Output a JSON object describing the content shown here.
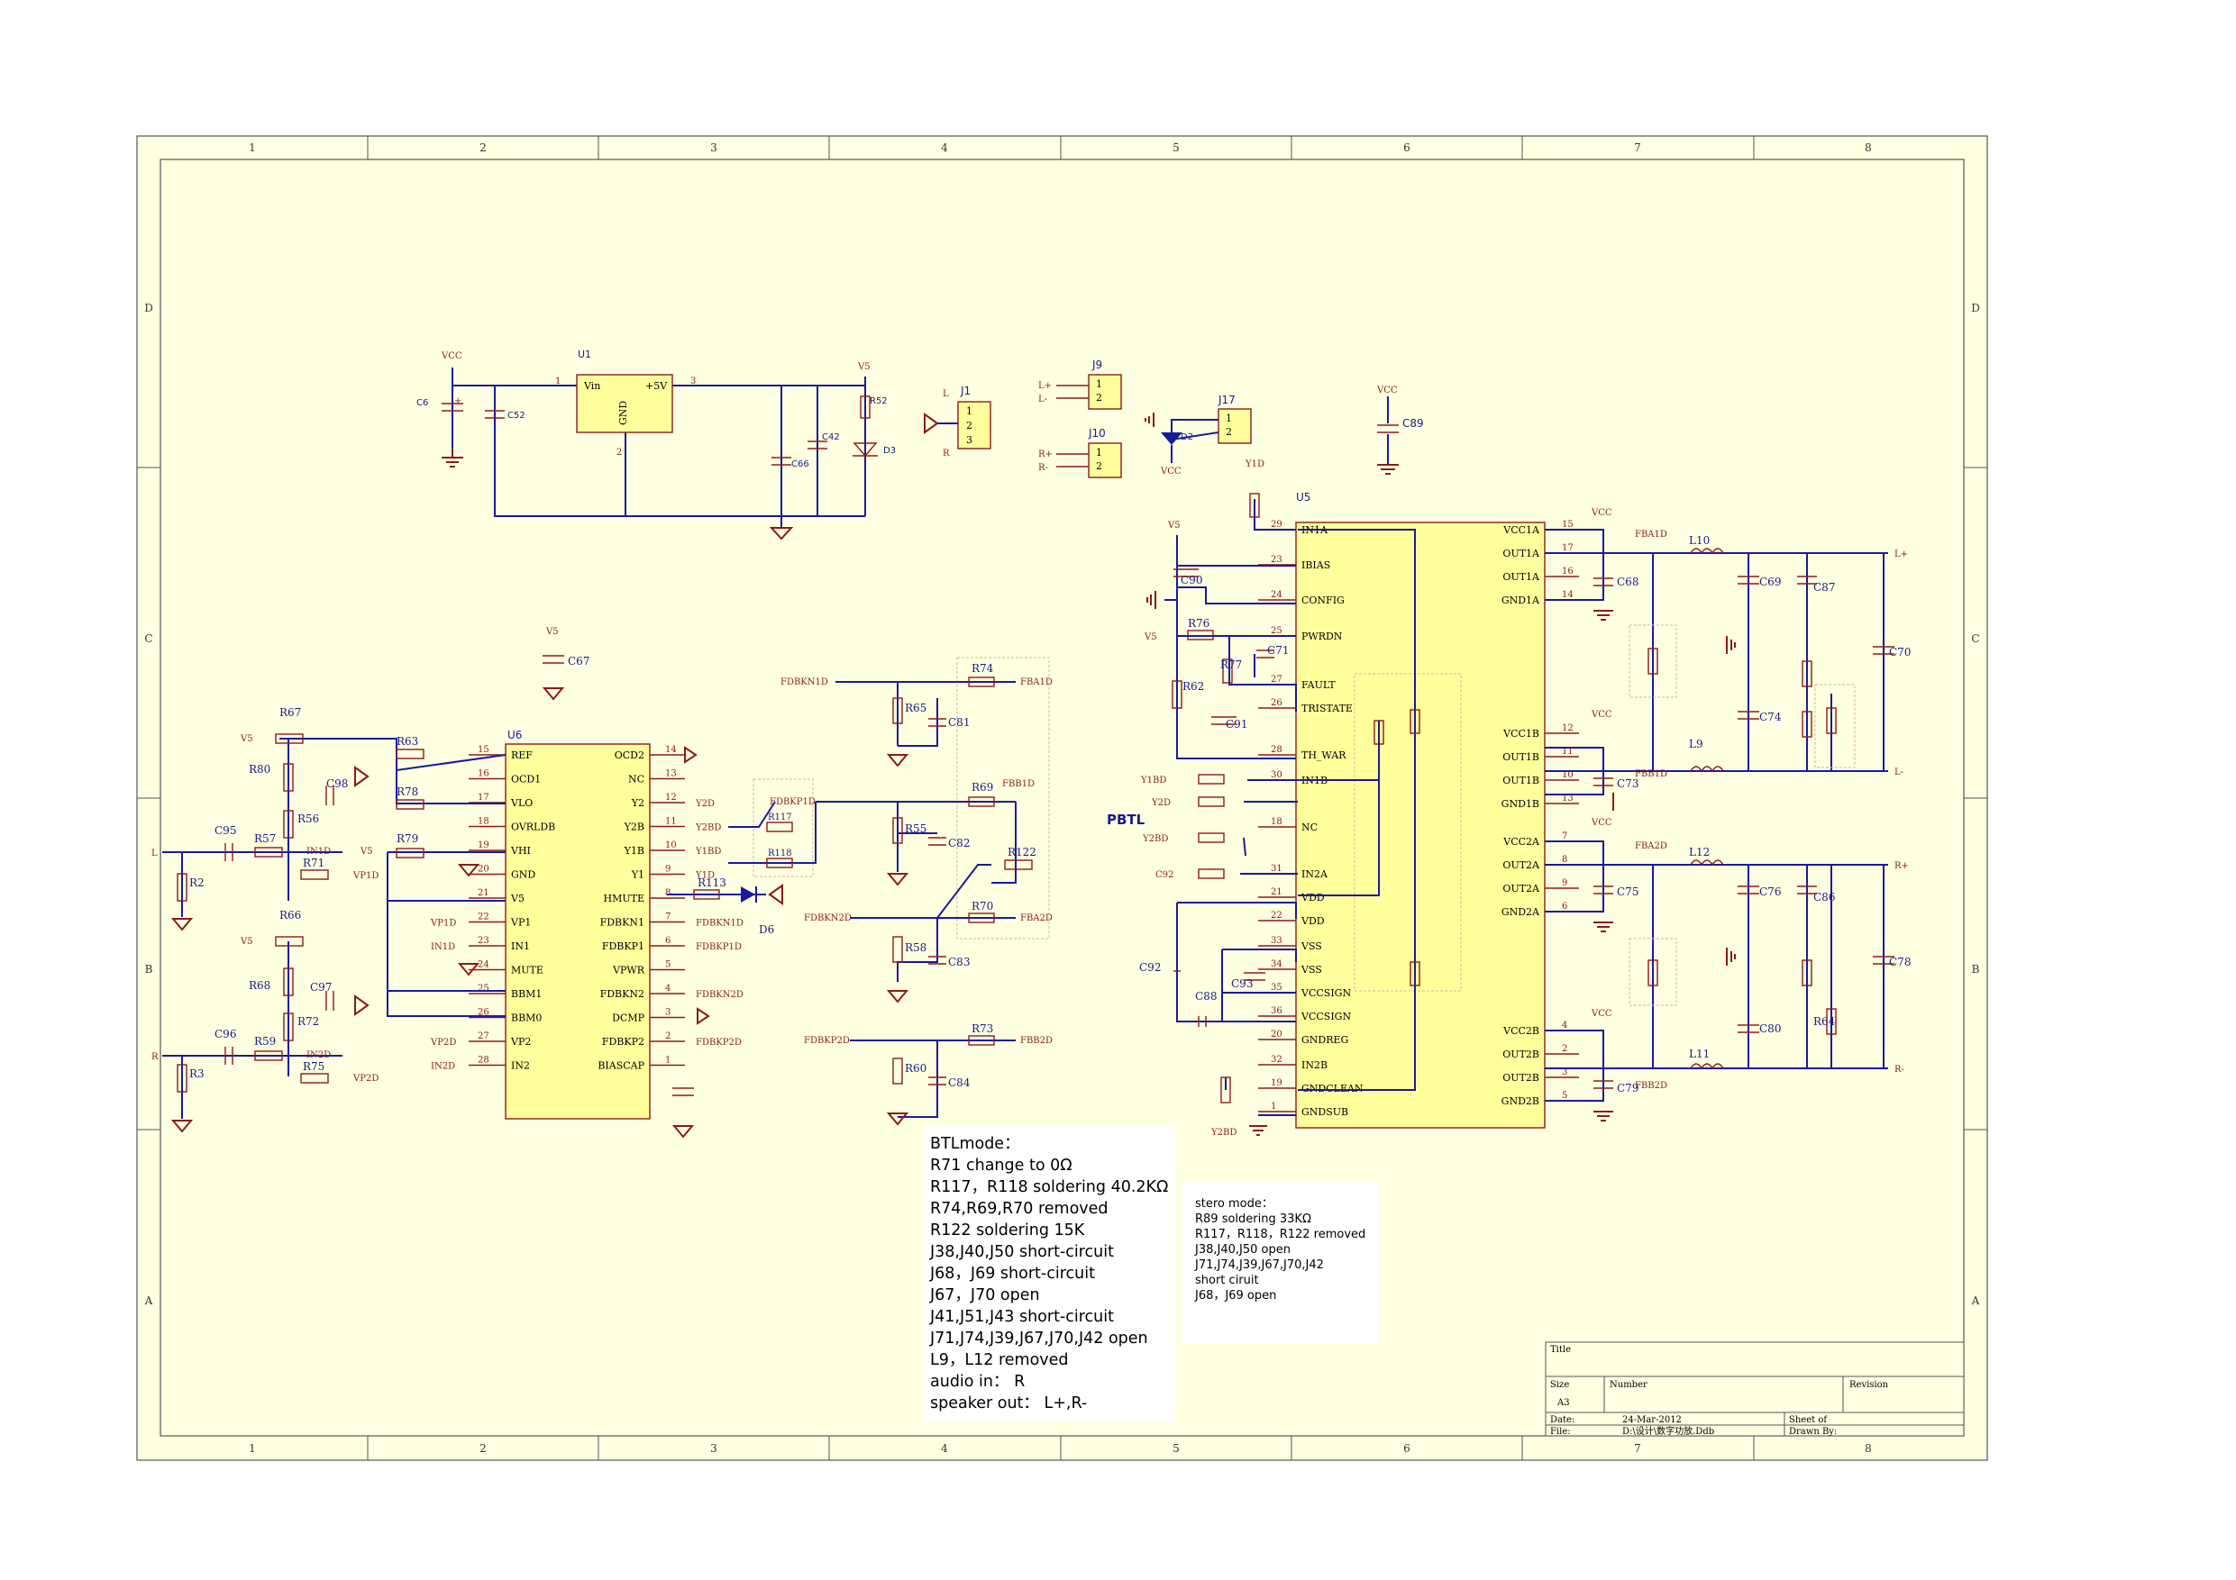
{
  "frame": {
    "columns": [
      "1",
      "2",
      "3",
      "4",
      "5",
      "6",
      "7",
      "8"
    ],
    "rows": [
      "D",
      "C",
      "B",
      "A"
    ]
  },
  "title_block": {
    "title_label": "Title",
    "size_label": "Size",
    "size_value": "A3",
    "number_label": "Number",
    "revision_label": "Revision",
    "date_label": "Date:",
    "date_value": "24-Mar-2012",
    "sheet_label": "Sheet    of",
    "file_label": "File:",
    "file_value": "D:\\设计\\数字功放.Ddb",
    "drawn_by_label": "Drawn By:"
  },
  "power": {
    "u1": "U1",
    "u1_vin": "Vin",
    "u1_out": "+5V",
    "u1_gnd": "GND",
    "u1_pin1": "1",
    "u1_pin2": "2",
    "u1_pin3": "3",
    "vcc": "VCC",
    "v5": "V5",
    "c6": "C6",
    "c52": "C52",
    "c66": "C66",
    "c42": "C42",
    "r52": "R52",
    "d3": "D3",
    "plus": "+"
  },
  "connectors": {
    "j1": "J1",
    "j1_pins": [
      "L",
      "1",
      "2",
      "3",
      "R"
    ],
    "j9": "J9",
    "j9_nets": [
      "L+",
      "L-"
    ],
    "j10": "J10",
    "j10_nets": [
      "R+",
      "R-"
    ],
    "j17": "J17",
    "d2": "D2",
    "vcc": "VCC",
    "c89": "C89",
    "pins12": [
      "1",
      "2"
    ]
  },
  "u6": {
    "ref": "U6",
    "left_pins": [
      {
        "num": "15",
        "name": "REF"
      },
      {
        "num": "16",
        "name": "OCD1"
      },
      {
        "num": "17",
        "name": "VLO"
      },
      {
        "num": "18",
        "name": "OVRLDB"
      },
      {
        "num": "19",
        "name": "VHI"
      },
      {
        "num": "20",
        "name": "GND"
      },
      {
        "num": "21",
        "name": "V5"
      },
      {
        "num": "22",
        "name": "VP1"
      },
      {
        "num": "23",
        "name": "IN1"
      },
      {
        "num": "24",
        "name": "MUTE"
      },
      {
        "num": "25",
        "name": "BBM1"
      },
      {
        "num": "26",
        "name": "BBM0"
      },
      {
        "num": "27",
        "name": "VP2"
      },
      {
        "num": "28",
        "name": "IN2"
      }
    ],
    "right_pins": [
      {
        "num": "14",
        "name": "OCD2"
      },
      {
        "num": "13",
        "name": "NC"
      },
      {
        "num": "12",
        "name": "Y2"
      },
      {
        "num": "11",
        "name": "Y2B"
      },
      {
        "num": "10",
        "name": "Y1B"
      },
      {
        "num": "9",
        "name": "Y1"
      },
      {
        "num": "8",
        "name": "HMUTE"
      },
      {
        "num": "7",
        "name": "FDBKN1"
      },
      {
        "num": "6",
        "name": "FDBKP1"
      },
      {
        "num": "5",
        "name": "VPWR"
      },
      {
        "num": "4",
        "name": "FDBKN2"
      },
      {
        "num": "3",
        "name": "DCMP"
      },
      {
        "num": "2",
        "name": "FDBKP2"
      },
      {
        "num": "1",
        "name": "BIASCAP"
      }
    ],
    "left_nets": [
      "VP1D",
      "IN1D",
      "VP2D",
      "IN2D"
    ],
    "right_nets": [
      "Y2D",
      "Y2BD",
      "Y1BD",
      "Y1D",
      "FDBKN1D",
      "FDBKP1D",
      "FDBKN2D",
      "FDBKP2D"
    ]
  },
  "input": {
    "v5": "V5",
    "l": "L",
    "r": "R",
    "parts": [
      "R67",
      "R80",
      "C98",
      "R56",
      "R63",
      "R78",
      "R79",
      "C95",
      "R57",
      "R71",
      "R2",
      "R66",
      "R68",
      "C97",
      "R72",
      "C96",
      "R59",
      "R75",
      "R3",
      "C67"
    ],
    "nets": [
      "IN1D",
      "VP1D",
      "IN2D",
      "VP2D"
    ]
  },
  "feedback": {
    "nets": [
      "FDBKN1D",
      "FDBKP1D",
      "FDBKN2D",
      "FDBKP2D",
      "FBA1D",
      "FBB1D",
      "FBA2D",
      "FBB2D"
    ],
    "parts": [
      "R74",
      "R65",
      "C81",
      "R69",
      "R55",
      "C82",
      "R122",
      "R70",
      "R58",
      "C83",
      "R73",
      "R60",
      "C84",
      "R117",
      "R118",
      "R113",
      "D6"
    ]
  },
  "u5": {
    "ref": "U5",
    "left_pins": [
      {
        "num": "29",
        "name": "IN1A"
      },
      {
        "num": "23",
        "name": "IBIAS"
      },
      {
        "num": "24",
        "name": "CONFIG"
      },
      {
        "num": "25",
        "name": "PWRDN"
      },
      {
        "num": "27",
        "name": "FAULT"
      },
      {
        "num": "26",
        "name": "TRISTATE"
      },
      {
        "num": "28",
        "name": "TH_WAR"
      },
      {
        "num": "30",
        "name": "IN1B"
      },
      {
        "num": "18",
        "name": "NC"
      },
      {
        "num": "31",
        "name": "IN2A"
      },
      {
        "num": "21",
        "name": "VDD"
      },
      {
        "num": "22",
        "name": "VDD"
      },
      {
        "num": "33",
        "name": "VSS"
      },
      {
        "num": "34",
        "name": "VSS"
      },
      {
        "num": "35",
        "name": "VCCSIGN"
      },
      {
        "num": "36",
        "name": "VCCSIGN"
      },
      {
        "num": "20",
        "name": "GNDREG"
      },
      {
        "num": "32",
        "name": "IN2B"
      },
      {
        "num": "19",
        "name": "GNDCLEAN"
      },
      {
        "num": "1",
        "name": "GNDSUB"
      }
    ],
    "right_pins": [
      {
        "num": "15",
        "name": "VCC1A"
      },
      {
        "num": "17",
        "name": "OUT1A"
      },
      {
        "num": "16",
        "name": "OUT1A"
      },
      {
        "num": "14",
        "name": "GND1A"
      },
      {
        "num": "12",
        "name": "VCC1B"
      },
      {
        "num": "11",
        "name": "OUT1B"
      },
      {
        "num": "10",
        "name": "OUT1B"
      },
      {
        "num": "13",
        "name": "GND1B"
      },
      {
        "num": "7",
        "name": "VCC2A"
      },
      {
        "num": "8",
        "name": "OUT2A"
      },
      {
        "num": "9",
        "name": "OUT2A"
      },
      {
        "num": "6",
        "name": "GND2A"
      },
      {
        "num": "4",
        "name": "VCC2B"
      },
      {
        "num": "2",
        "name": "OUT2B"
      },
      {
        "num": "3",
        "name": "OUT2B"
      },
      {
        "num": "5",
        "name": "GND2B"
      }
    ],
    "labels": [
      "Y1D",
      "V5",
      "C90",
      "R76",
      "C71",
      "R77",
      "R62",
      "C91",
      "Y1BD",
      "Y2D",
      "Y2BD",
      "C92",
      "C88",
      "C93",
      "Y2BD",
      "PBTL",
      "V5"
    ]
  },
  "output": {
    "vcc": "VCC",
    "fb": [
      "FBA1D",
      "FBB1D",
      "FBA2D",
      "FBB2D"
    ],
    "parts": [
      "C68",
      "L10",
      "C69",
      "C87",
      "C70",
      "C73",
      "L9",
      "C74",
      "C75",
      "L12",
      "C76",
      "C86",
      "C78",
      "C79",
      "L11",
      "C80",
      "R64"
    ],
    "terminals": [
      "L+",
      "L-",
      "R+",
      "R-"
    ]
  },
  "btl_notes": {
    "lines": [
      "BTLmode：",
      "R71 change to 0Ω",
      "R117，R118 soldering 40.2KΩ",
      "R74,R69,R70 removed",
      "R122 soldering 15K",
      "J38,J40,J50 short-circuit",
      "J68，J69 short-circuit",
      "J67，J70 open",
      "J41,J51,J43 short-circuit",
      "J71,J74,J39,J67,J70,J42 open",
      "L9，L12 removed",
      "audio in：   R",
      "speaker out：   L+,R-"
    ]
  },
  "stereo_notes": {
    "lines": [
      "stero mode：",
      "R89 soldering 33KΩ",
      "R117，R118，R122 removed",
      "J38,J40,J50 open",
      "J71,J74,J39,J67,J70,J42",
      " short ciruit",
      "J68，J69 open"
    ]
  },
  "colors": {
    "sheet_fill": "#ffffe1",
    "wire": "#1a1a9c",
    "part": "#8b1a1a",
    "chip_fill": "#ffff9c"
  }
}
